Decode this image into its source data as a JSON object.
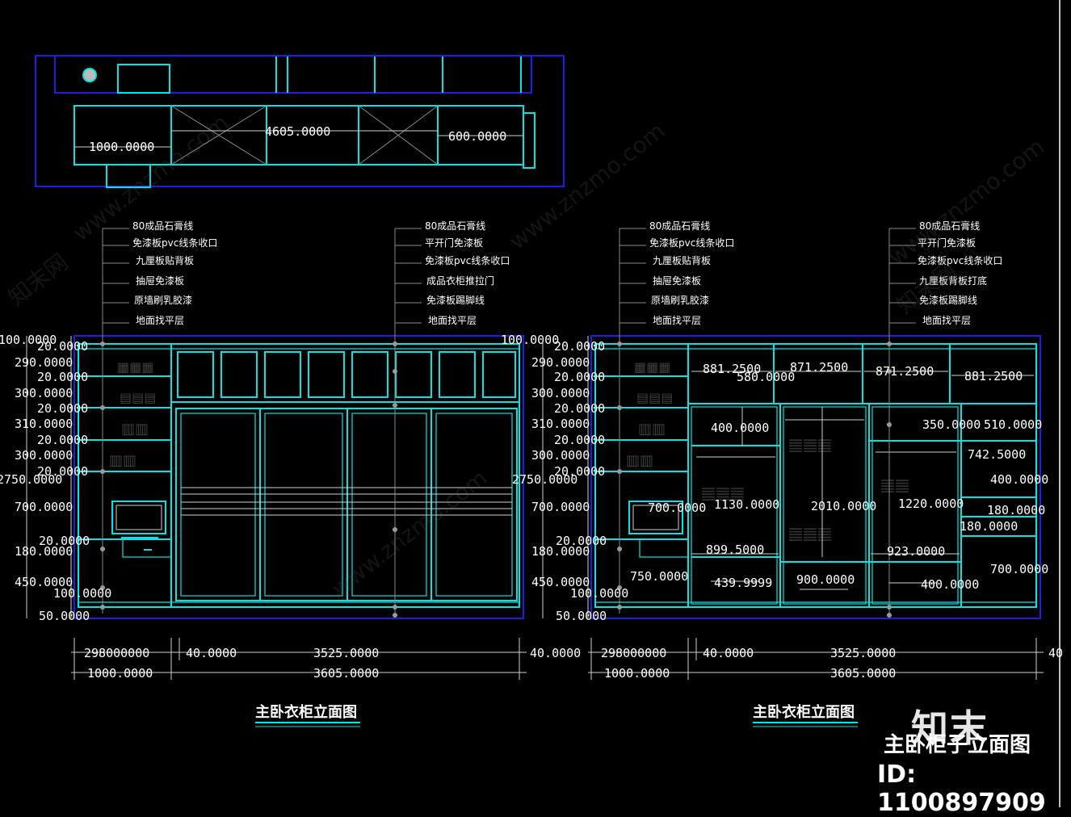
{
  "top_plan": {
    "dims": [
      "1000.0000",
      "4605.0000",
      "600.0000"
    ]
  },
  "left_elevation": {
    "title": "主卧衣柜立面图",
    "callouts_a": [
      "80成品石膏线",
      "免漆板pvc线条收口",
      "九厘板贴背板",
      "抽屉免漆板",
      "原墙刷乳胶漆",
      "地面找平层"
    ],
    "callouts_b": [
      "80成品石膏线",
      "平开门免漆板",
      "免漆板pvc线条收口",
      "成品衣柜推拉门",
      "免漆板踢脚线",
      "地面找平层"
    ],
    "left_dims": [
      "100.0000",
      "20.0000",
      "290.0000",
      "20.0000",
      "300.0000",
      "20.0000",
      "310.0000",
      "20.0000",
      "300.0000",
      "20.0000",
      "2750.0000",
      "700.0000",
      "20.0000",
      "180.0000",
      "450.0000",
      "100.0000",
      "50.0000"
    ],
    "top_right_dim": "100.0000",
    "bottom_dims_row1": [
      "298000000",
      "40.0000",
      "3525.0000",
      "40.0000"
    ],
    "bottom_dims_row2": [
      "1000.0000",
      "3605.0000"
    ]
  },
  "right_elevation": {
    "title": "主卧衣柜立面图",
    "callouts_a": [
      "80成品石膏线",
      "免漆板pvc线条收口",
      "九厘板贴背板",
      "抽屉免漆板",
      "原墙刷乳胶漆",
      "地面找平层"
    ],
    "callouts_b": [
      "80成品石膏线",
      "平开门免漆板",
      "免漆板pvc线条收口",
      "九厘板背板打底",
      "免漆板踢脚线",
      "地面找平层"
    ],
    "left_dims": [
      "20.0000",
      "290.0000",
      "20.0000",
      "300.0000",
      "20.0000",
      "310.0000",
      "20.0000",
      "300.0000",
      "20.0000",
      "2750.0000",
      "700.0000",
      "20.0000",
      "180.0000",
      "450.0000",
      "100.0000",
      "50.0000"
    ],
    "inner_dims": [
      "881.2500",
      "580.0000",
      "871.2500",
      "871.2500",
      "881.2500",
      "400.0000",
      "350.0000",
      "510.0000",
      "742.5000",
      "400.0000",
      "700.0000",
      "1130.0000",
      "2010.0000",
      "1220.0000",
      "180.0000",
      "180.0000",
      "899.5000",
      "923.0000",
      "750.0000",
      "439.9999",
      "900.0000",
      "400.0000",
      "700.0000"
    ],
    "bottom_dims_row1": [
      "298000000",
      "40.0000",
      "3525.0000",
      "40"
    ],
    "bottom_dims_row2": [
      "1000.0000",
      "3605.0000"
    ]
  },
  "watermark": {
    "site": "www.znzmo.com",
    "brand": "知末网",
    "logo": "知末",
    "big_title": "主卧柜子立面图",
    "id": "ID: 1100897909"
  },
  "colors": {
    "background": "#000000",
    "cyan": "#00e5e5",
    "blue": "#1f1fd8",
    "white": "#ffffff",
    "gray": "#9a9a9a"
  }
}
